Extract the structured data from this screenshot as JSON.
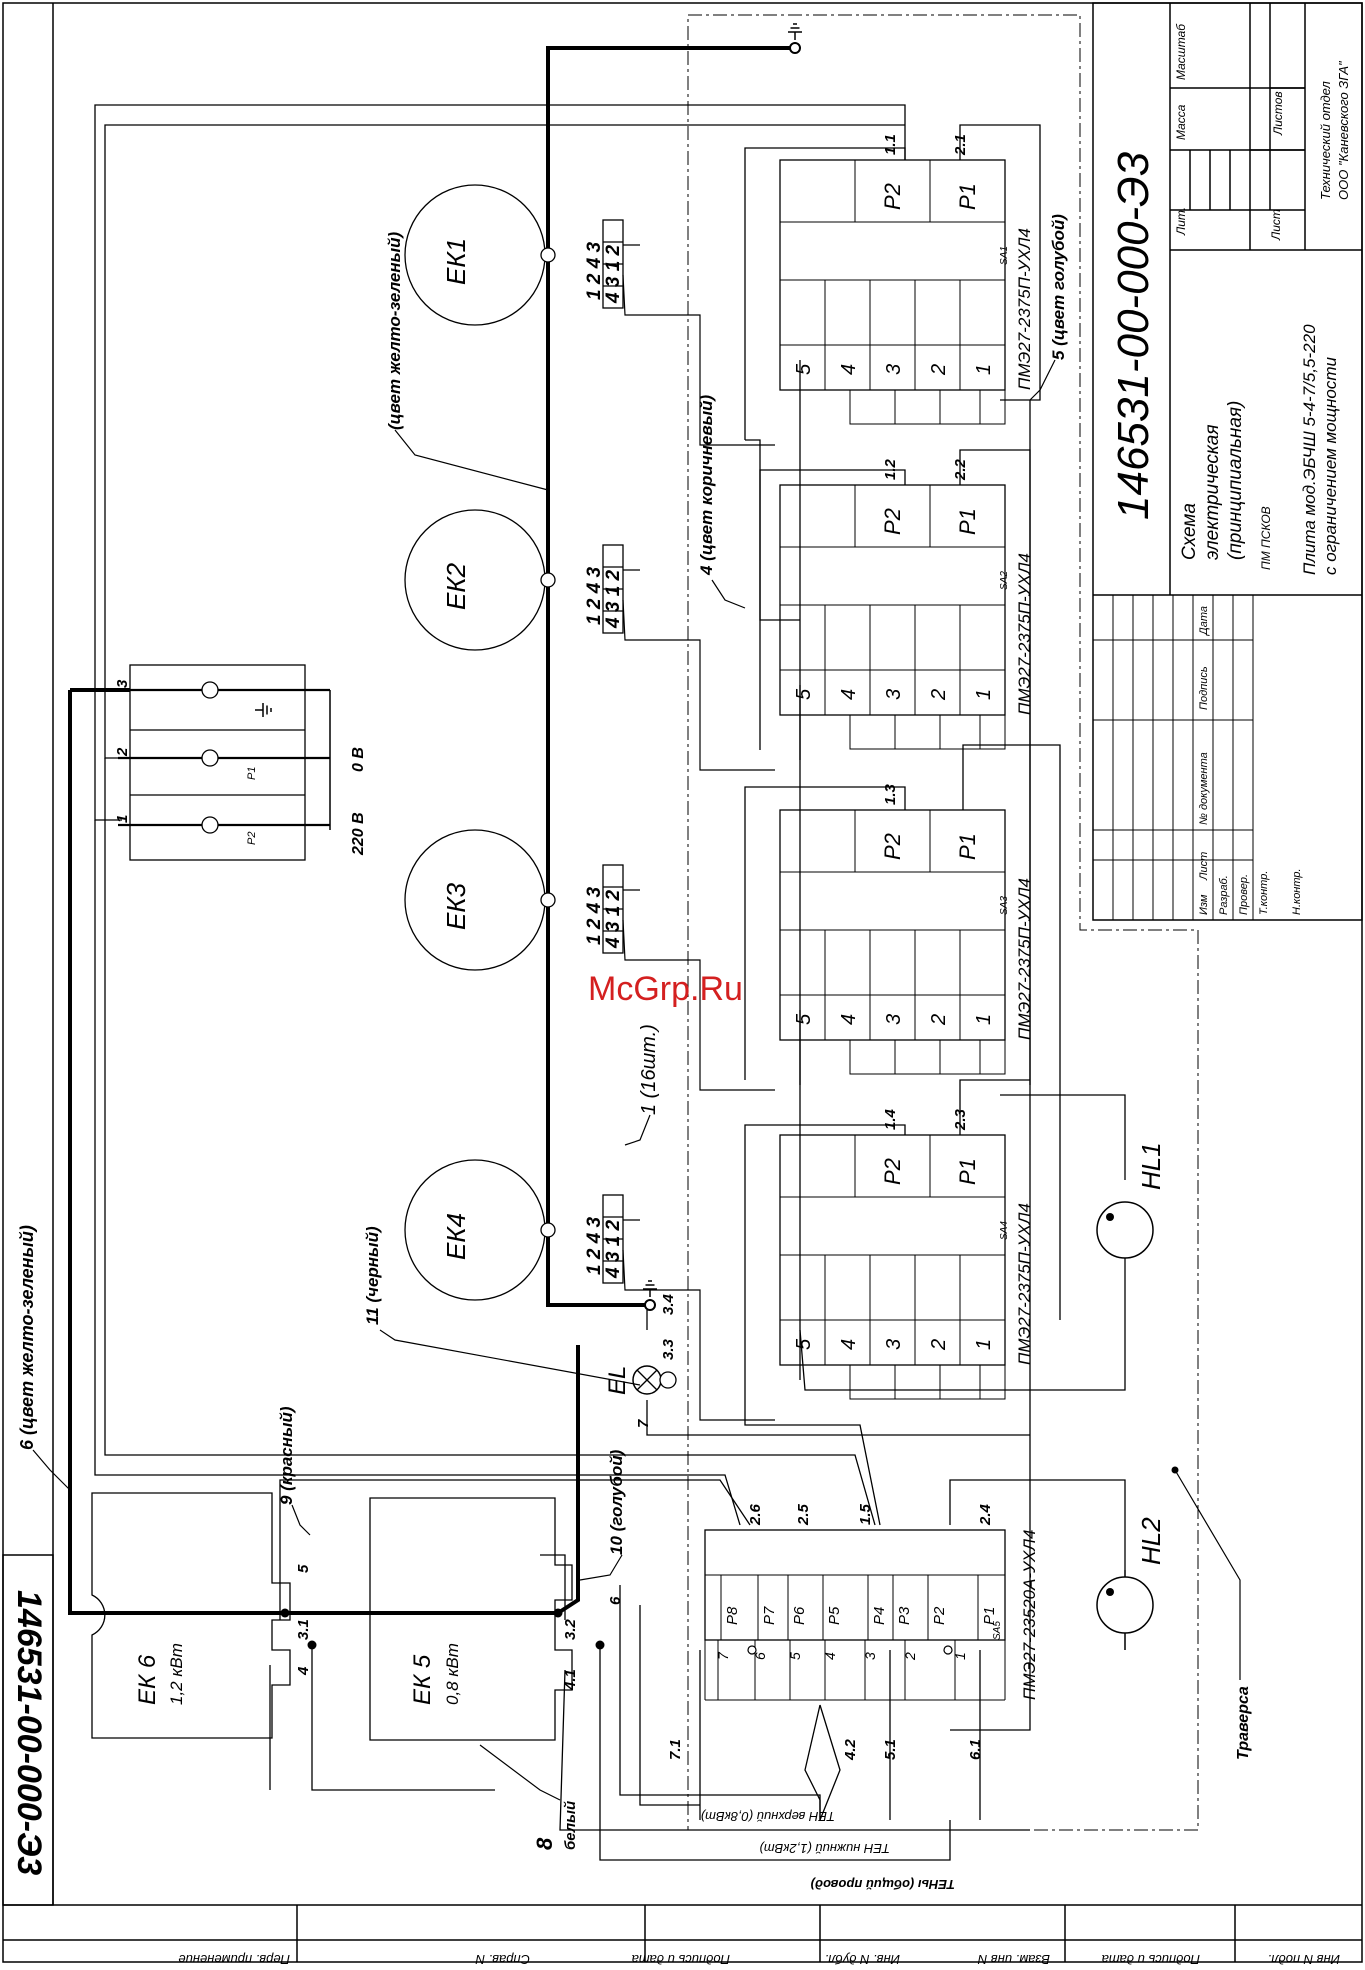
{
  "watermark": "McGrp.Ru",
  "doc_code": "146531-00-000-Э3",
  "doc_code_rot": "146531-00-000-Э3",
  "title_block": {
    "doc_title_1": "Схема",
    "doc_title_2": "электрическая",
    "doc_title_3": "(принципиальная)",
    "pm_label": "ПМ ПСКОВ",
    "product_1": "Плита мод.ЭБЧШ 5-4-7/5,5-220",
    "product_2": "с ограничением мощности",
    "org_1": "Технический отдел",
    "org_2": "ООО \"Каневского ЗГА\"",
    "lit": "Лит.",
    "massa": "Масса",
    "masshtab": "Масштаб",
    "list": "Лист",
    "listov": "Листов",
    "izm": "Изм",
    "list2": "Лист",
    "n_doc": "№ документа",
    "podpis": "Подпись",
    "data": "Дата",
    "razrab": "Разраб.",
    "prover": "Провер.",
    "tkontr": "Т.контр.",
    "nkontr": "Н.контр."
  },
  "frame": {
    "perv_prim": "Перв. применение",
    "sprav": "Справ. N",
    "podp_data_1": "Подпись и дата",
    "inv_dubl": "Инв. N дубл.",
    "vzam_inv": "Взам. инв N",
    "podp_data_2": "Подпись и дата",
    "inv_podl": "Инв N подл."
  },
  "burners": [
    {
      "label": "ЕК1",
      "t_top": "1 2 4 3",
      "t_bot": "4 3 1 2"
    },
    {
      "label": "ЕК2",
      "t_top": "1 2 4 3",
      "t_bot": "4 3 1 2"
    },
    {
      "label": "ЕК3",
      "t_top": "1 2 4 3",
      "t_bot": "4 3 1 2"
    },
    {
      "label": "ЕК4",
      "t_top": "1 2 4 3",
      "t_bot": "4 3 1 2"
    }
  ],
  "switches": [
    {
      "model": "ПМЭ27-2375П-УХЛ4",
      "tag": "SA1",
      "p2": "P2",
      "p1": "P1",
      "t_p2": "1.1",
      "t_p1": "2.1"
    },
    {
      "model": "ПМЭ27-2375П-УХЛ4",
      "tag": "SA2",
      "p2": "P2",
      "p1": "P1",
      "t_p2": "1.2",
      "t_p1": "2.2"
    },
    {
      "model": "ПМЭ27-2375П-УХЛ4",
      "tag": "SA3",
      "p2": "P2",
      "p1": "P1",
      "t_p2": "1.3",
      "t_p1": ""
    },
    {
      "model": "ПМЭ27-2375П-УХЛ4",
      "tag": "SA4",
      "p2": "P2",
      "p1": "P1",
      "t_p2": "1.4",
      "t_p1": "2.3"
    }
  ],
  "switch_contacts": [
    "5",
    "4",
    "3",
    "2",
    "1"
  ],
  "sa5": {
    "model": "ПМЭ27-23520А-УХЛ4",
    "tag": "SA5",
    "positions": [
      "P8",
      "P7",
      "P6",
      "P5",
      "P4",
      "P3",
      "P2",
      "P1"
    ],
    "contacts": [
      "7",
      "6",
      "5",
      "4",
      "3",
      "2",
      "1"
    ],
    "top_terms": [
      "2.6",
      "2.5",
      "1.5",
      "2.4"
    ],
    "bottom_terms": [
      "7.1",
      "4.2",
      "5.1",
      "6.1"
    ]
  },
  "terminal_block": {
    "pins": [
      "1",
      "2",
      "3"
    ],
    "p1": "P1",
    "p2": "P2",
    "v220": "220 В",
    "v0": "0 В"
  },
  "ovens": {
    "ek6_label": "ЕК 6",
    "ek6_power": "1,2 кВт",
    "ek5_label": "ЕК 5",
    "ek5_power": "0,8 кВт",
    "t_5": "5",
    "t_31": "3.1",
    "t_4": "4",
    "t_32": "3.2",
    "t_41": "4.1",
    "t_6": "6"
  },
  "lamps": {
    "el": "EL",
    "el_t33": "3.3",
    "el_t34": "3.4",
    "el_t7": "7",
    "hl1": "HL1",
    "hl2": "HL2",
    "traversa": "Траверса"
  },
  "wires": {
    "w1": "1 (16шт.)",
    "w4": "4 (цвет коричневый)",
    "w5": "5 (цвет голубой)",
    "w_yg": "(цвет желто-зеленый)",
    "w6": "6 (цвет желто-зеленый)",
    "w9": "9 (красный)",
    "w10": "10 (голубой)",
    "w11": "11 (черный)",
    "w8": "8",
    "w8_c": "белый",
    "ten_top": "ТЕН верхний (0,8кВт)",
    "ten_bot": "ТЕН нижний (1,2кВт)",
    "ten_common": "ТЕНы (общий провод)"
  }
}
